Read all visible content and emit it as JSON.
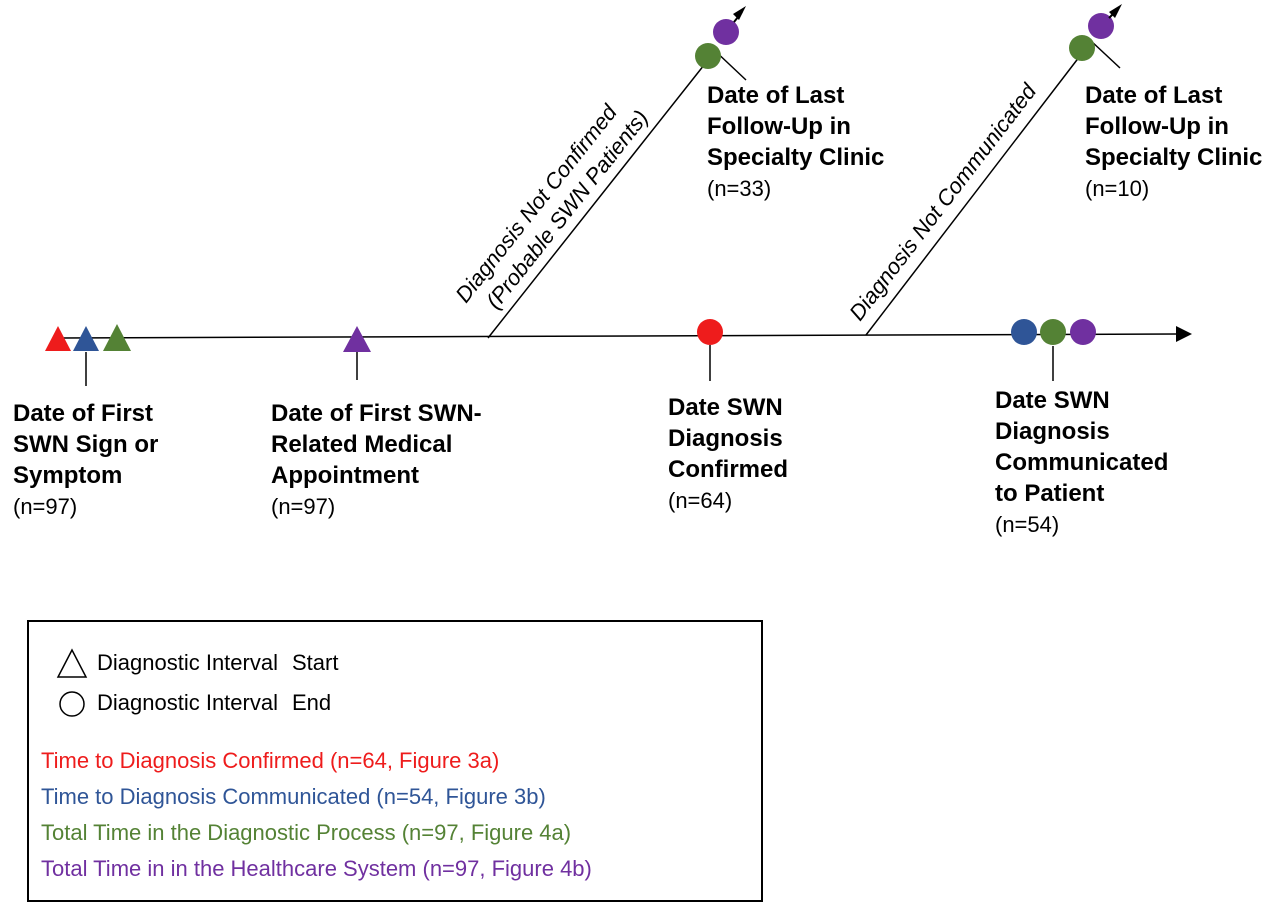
{
  "colors": {
    "red": "#ee1c1c",
    "blue": "#2f5597",
    "green": "#548235",
    "purple": "#7030a0",
    "line": "#000000"
  },
  "milestones": [
    {
      "id": "first-sign",
      "title_lines": [
        "Date of First",
        "SWN Sign or",
        "Symptom"
      ],
      "n": "(n=97)"
    },
    {
      "id": "first-appointment",
      "title_lines": [
        "Date of First SWN-",
        "Related Medical",
        "Appointment"
      ],
      "n": "(n=97)"
    },
    {
      "id": "diagnosis-confirmed",
      "title_lines": [
        "Date SWN",
        "Diagnosis",
        "Confirmed"
      ],
      "n": "(n=64)"
    },
    {
      "id": "diagnosis-communicated",
      "title_lines": [
        "Date SWN",
        "Diagnosis",
        "Communicated",
        "to Patient"
      ],
      "n": "(n=54)"
    },
    {
      "id": "followup-1",
      "title_lines": [
        "Date of Last",
        "Follow-Up in",
        "Specialty Clinic"
      ],
      "n": "(n=33)"
    },
    {
      "id": "followup-2",
      "title_lines": [
        "Date of Last",
        "Follow-Up in",
        "Specialty Clinic"
      ],
      "n": "(n=10)"
    }
  ],
  "branches": {
    "not_confirmed": [
      "Diagnosis Not Confirmed",
      "(Probable SWN Patients)"
    ],
    "not_communicated": "Diagnosis Not Communicated"
  },
  "legend": {
    "start": {
      "icon": "triangle-outline-icon",
      "word1": "Diagnostic Interval",
      "word2": "Start"
    },
    "end": {
      "icon": "circle-outline-icon",
      "word1": "Diagnostic Interval",
      "word2": "End"
    },
    "intervals": [
      {
        "text": "Time to Diagnosis Confirmed (n=64, Figure 3a)",
        "color": "#ee1c1c"
      },
      {
        "text": "Time to Diagnosis Communicated (n=54, Figure 3b)",
        "color": "#2f5597"
      },
      {
        "text": "Total Time in the Diagnostic Process (n=97, Figure 4a)",
        "color": "#548235"
      },
      {
        "text": "Total Time in in the Healthcare System (n=97, Figure 4b)",
        "color": "#7030a0"
      }
    ]
  }
}
